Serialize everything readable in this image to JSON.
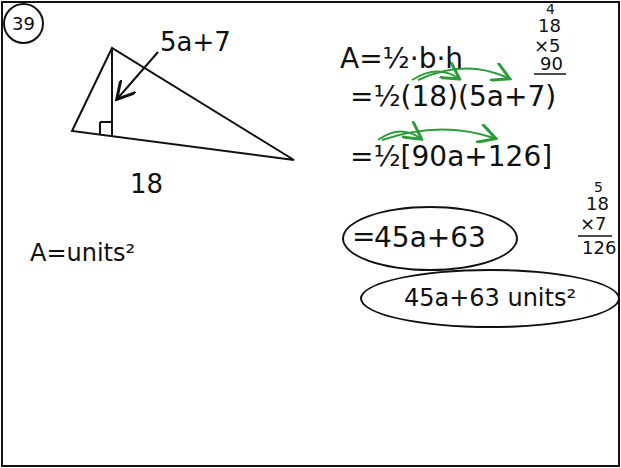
{
  "diagram": {
    "nodes": [
      {
        "text": [
          "39"
        ]
      },
      {
        "text": [
          "45a+63"
        ]
      },
      {
        "text": [
          "45a+63 units²"
        ]
      }
    ],
    "labels": [
      "5a+7",
      "18",
      "A=units²",
      "A=½·b·h",
      "4",
      "18",
      "×5",
      "90",
      "=½(18)(5a+7)",
      "=½[90a+126]",
      "=",
      "5",
      "18",
      "×7",
      "126"
    ]
  }
}
